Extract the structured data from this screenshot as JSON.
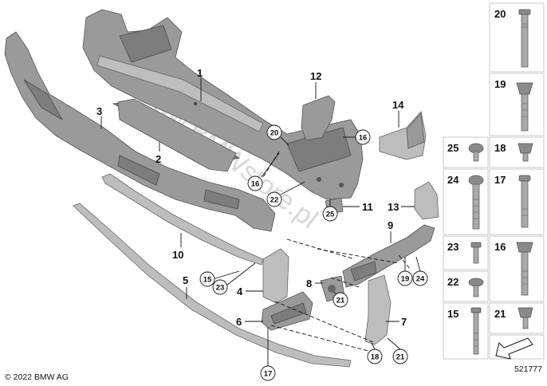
{
  "diagram": {
    "copyright": "© 2022 BMW AG",
    "image_number": "521777",
    "watermark": "www.BMWstore.pl",
    "callouts": [
      "1",
      "2",
      "3",
      "4",
      "5",
      "6",
      "7",
      "8",
      "9",
      "10",
      "11",
      "12",
      "13",
      "14"
    ],
    "circled_refs": {
      "c20": "20",
      "c16a": "16",
      "c16b": "16",
      "c22": "22",
      "c25": "25",
      "c15": "15",
      "c23": "23",
      "c21a": "21",
      "c19": "19",
      "c24": "24",
      "c18": "18",
      "c21b": "21",
      "c17": "17"
    },
    "fastener_panel": [
      "20",
      "19",
      "25",
      "18",
      "24",
      "17",
      "23",
      "16",
      "22",
      "15",
      "21"
    ]
  }
}
